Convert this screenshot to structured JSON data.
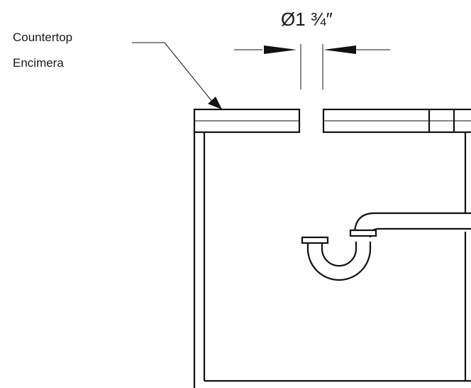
{
  "labels": {
    "countertop_en": "Countertop",
    "countertop_es": "Encimera"
  },
  "dimension": {
    "text": "Ø1 ¾″"
  },
  "colors": {
    "line": "#111111",
    "background": "#ffffff"
  }
}
